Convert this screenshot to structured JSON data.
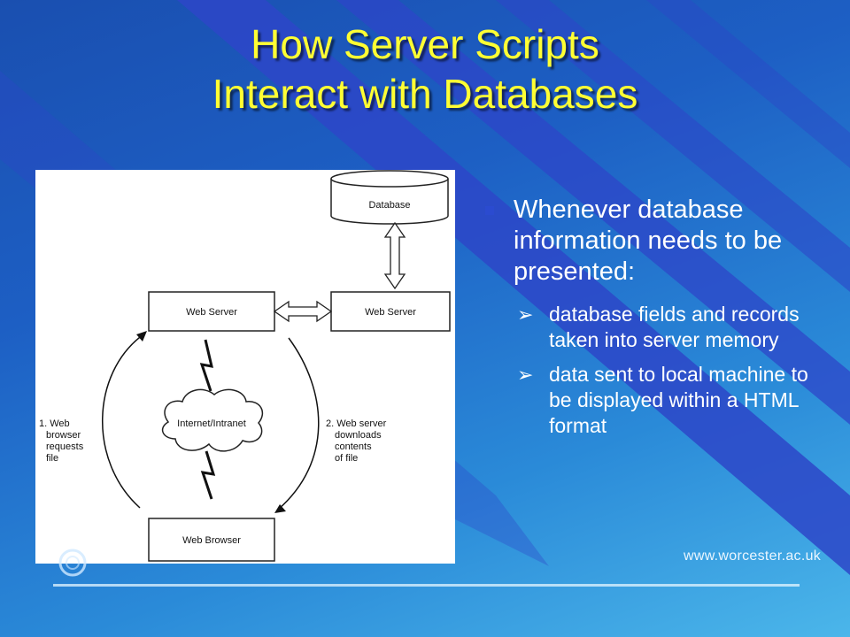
{
  "slide": {
    "title_line1": "How Server Scripts",
    "title_line2": "Interact with Databases",
    "bullet": "Whenever database information needs to be presented:",
    "sub_bullets": [
      "database fields and records taken into server memory",
      "data sent to local machine to be displayed within a HTML format"
    ],
    "footer_url": "www.worcester.ac.uk"
  },
  "diagram": {
    "database_label": "Database",
    "web_server_left_label": "Web Server",
    "web_server_right_label": "Web Server",
    "cloud_label": "Internet/Intranet",
    "web_browser_label": "Web Browser",
    "step1_lines": [
      "1. Web",
      "browser",
      "requests",
      "file"
    ],
    "step2_lines": [
      "2. Web server",
      "downloads",
      "contents",
      "of file"
    ]
  },
  "colors": {
    "title": "#ffff33",
    "background_dark": "#1a4fb0",
    "background_light": "#4bb6ea",
    "stripe": "#2d46c8",
    "bullet_marker": "#2b4bd0"
  }
}
